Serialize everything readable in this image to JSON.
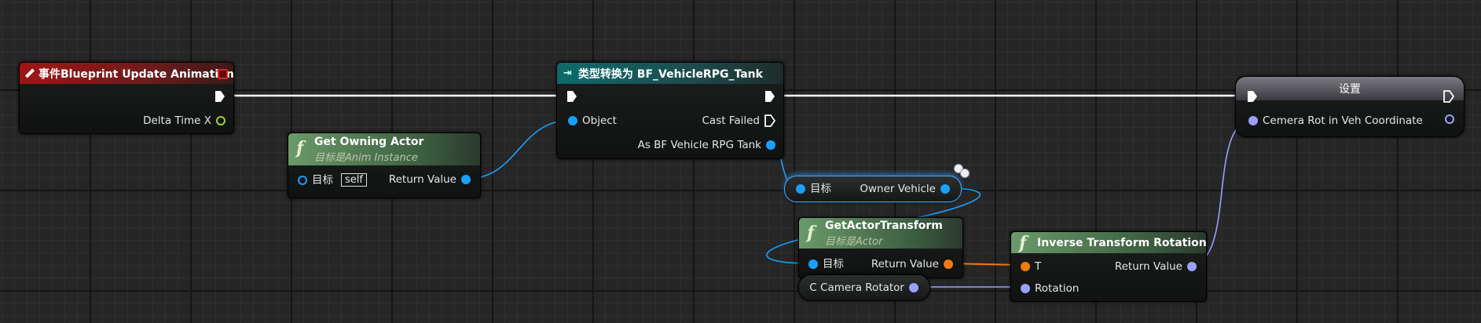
{
  "event_node": {
    "title": "事件Blueprint Update Animation",
    "pins": {
      "delta_time": "Delta Time X"
    }
  },
  "get_owning_actor": {
    "title": "Get Owning Actor",
    "subtitle": "目标是Anim Instance",
    "pins": {
      "target": "目标",
      "self": "self",
      "return_value": "Return Value"
    }
  },
  "cast_node": {
    "title": "类型转换为 BF_VehicleRPG_Tank",
    "pins": {
      "object": "Object",
      "cast_failed": "Cast Failed",
      "as_tank": "As BF Vehicle RPG Tank"
    }
  },
  "owner_vehicle_node": {
    "pins": {
      "target": "目标",
      "owner_vehicle": "Owner Vehicle"
    }
  },
  "get_actor_transform": {
    "title": "GetActorTransform",
    "subtitle": "目标是Actor",
    "pins": {
      "target": "目标",
      "return_value": "Return Value"
    }
  },
  "camera_rotator_node": {
    "label": "C Camera Rotator"
  },
  "inverse_transform_rotation": {
    "title": "Inverse Transform Rotation",
    "pins": {
      "t": "T",
      "rotation": "Rotation",
      "return_value": "Return Value"
    }
  },
  "set_node": {
    "title": "设置",
    "pins": {
      "cemera_rot": "Cemera Rot in Veh Coordinate"
    }
  },
  "colors": {
    "exec_wire": "#ffffff",
    "object_wire": "#19a0ff",
    "transform_wire": "#f07a10",
    "rotator_wire": "#9aa0ff",
    "float_pin": "#9bd22b"
  }
}
